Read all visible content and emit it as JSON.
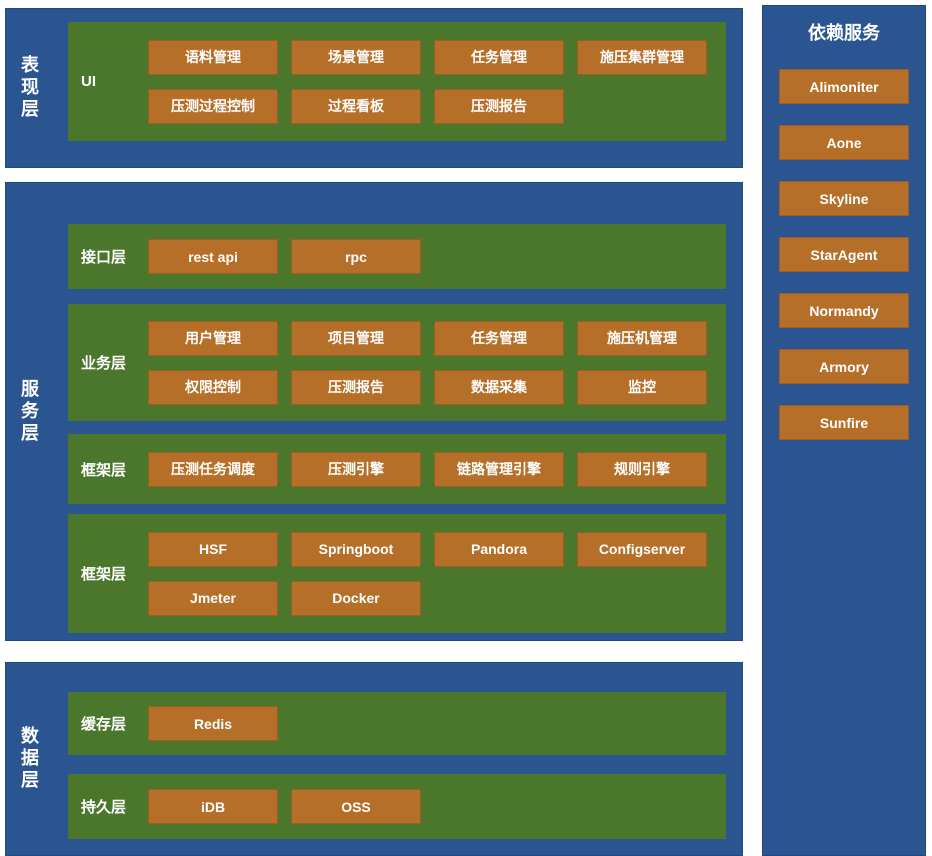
{
  "palette": {
    "section_blue": "#2a5591",
    "group_green": "#4a772c",
    "node_orange": "#b66f28",
    "text_white": "#ffffff"
  },
  "sections": [
    {
      "label": "表现层",
      "groups": [
        {
          "label": "UI",
          "rows": [
            [
              "语料管理",
              "场景管理",
              "任务管理",
              "施压集群管理"
            ],
            [
              "压测过程控制",
              "过程看板",
              "压测报告"
            ]
          ]
        }
      ]
    },
    {
      "label": "服务层",
      "groups": [
        {
          "label": "接口层",
          "rows": [
            [
              "rest api",
              "rpc"
            ]
          ]
        },
        {
          "label": "业务层",
          "rows": [
            [
              "用户管理",
              "项目管理",
              "任务管理",
              "施压机管理"
            ],
            [
              "权限控制",
              "压测报告",
              "数据采集",
              "监控"
            ]
          ]
        },
        {
          "label": "框架层",
          "rows": [
            [
              "压测任务调度",
              "压测引擎",
              "链路管理引擎",
              "规则引擎"
            ]
          ]
        },
        {
          "label": "框架层",
          "rows": [
            [
              "HSF",
              "Springboot",
              "Pandora",
              "Configserver"
            ],
            [
              "Jmeter",
              "Docker"
            ]
          ]
        }
      ]
    },
    {
      "label": "数据层",
      "groups": [
        {
          "label": "缓存层",
          "rows": [
            [
              "Redis"
            ]
          ]
        },
        {
          "label": "持久层",
          "rows": [
            [
              "iDB",
              "OSS"
            ]
          ]
        }
      ]
    }
  ],
  "dependency_panel": {
    "title": "依赖服务",
    "services": [
      "Alimoniter",
      "Aone",
      "Skyline",
      "StarAgent",
      "Normandy",
      "Armory",
      "Sunfire"
    ]
  }
}
